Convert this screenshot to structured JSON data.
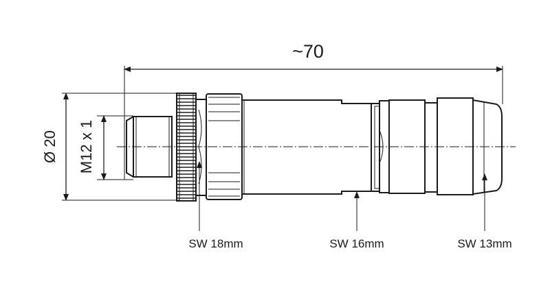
{
  "dimensions": {
    "overall_length": "~70",
    "diameter": "Ø 20",
    "thread": "M12 x 1"
  },
  "wrench_sizes": [
    {
      "label": "SW 18mm"
    },
    {
      "label": "SW 16mm"
    },
    {
      "label": "SW 13mm"
    }
  ],
  "colors": {
    "line": "#1a1a1a",
    "background": "#ffffff"
  }
}
